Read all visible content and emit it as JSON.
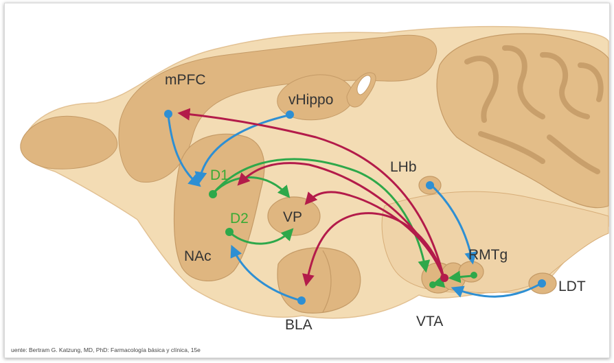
{
  "regions": {
    "mpfc": "mPFC",
    "vhippo": "vHippo",
    "nac": "NAc",
    "d1": "D1",
    "d2": "D2",
    "vp": "VP",
    "bla": "BLA",
    "vta": "VTA",
    "lhb": "LHb",
    "rmtg": "RMTg",
    "ldt": "LDT"
  },
  "caption": "uente: Bertram G. Katzung, MD, PhD: Farmacología básica y clínica, 15e",
  "colors": {
    "tissue_light": "#f3dcb4",
    "tissue_mid": "#e9c896",
    "tissue_dark": "#d7ad78",
    "tissue_edge": "#c49a66",
    "pathway_blue": "#2e8fd3",
    "pathway_green": "#2ea84a",
    "pathway_red": "#b31b4a",
    "label_text": "#333333",
    "label_green": "#3aaa35"
  }
}
